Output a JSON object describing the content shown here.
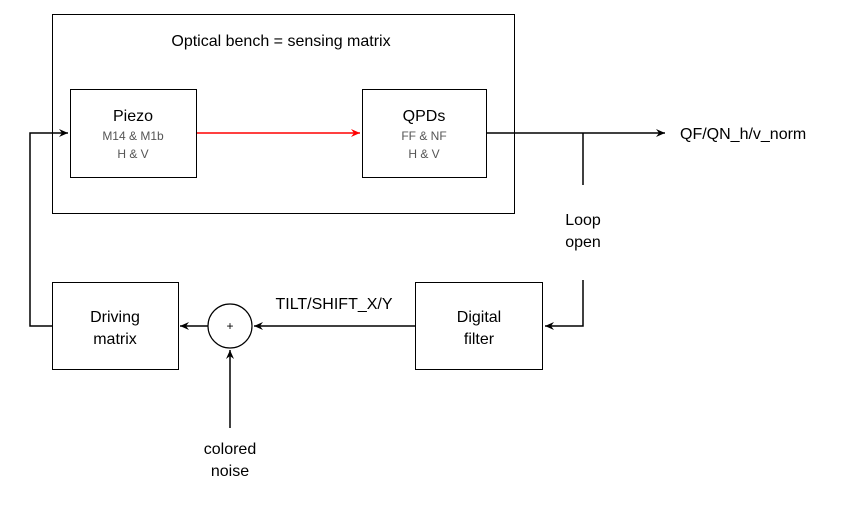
{
  "bench": {
    "title": "Optical bench = sensing matrix"
  },
  "piezo": {
    "title": "Piezo",
    "line1": "M14 & M1b",
    "line2": "H & V"
  },
  "qpds": {
    "title": "QPDs",
    "line1": "FF & NF",
    "line2": "H & V"
  },
  "output": {
    "label": "QF/QN_h/v_norm"
  },
  "loop": {
    "line1": "Loop",
    "line2": "open"
  },
  "digital_filter": {
    "line1": "Digital",
    "line2": "filter"
  },
  "driving_matrix": {
    "line1": "Driving",
    "line2": "matrix"
  },
  "summer": {
    "symbol": "+"
  },
  "signal": {
    "label": "TILT/SHIFT_X/Y"
  },
  "noise": {
    "line1": "colored",
    "line2": "noise"
  },
  "colors": {
    "line": "#000000",
    "highlight": "#ff0000",
    "subtext": "#555555"
  }
}
